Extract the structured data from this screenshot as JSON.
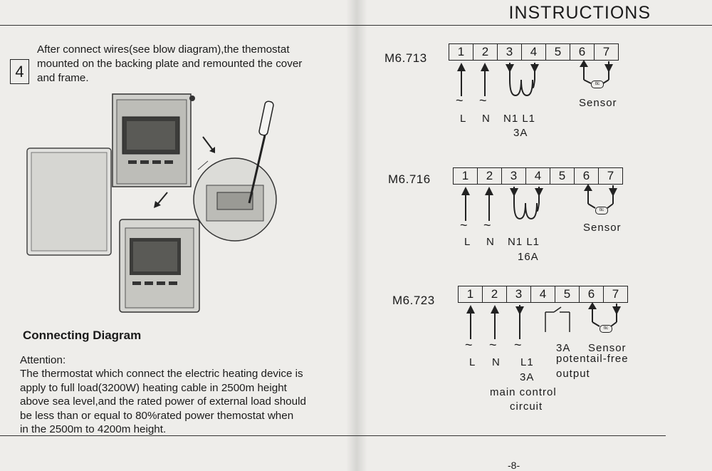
{
  "header": {
    "title": "INSTRUCTIONS"
  },
  "step": {
    "number": "4",
    "text_lines": [
      "After connect wires(see blow diagram),the themostat",
      "mounted on the backing plate and remounted the cover",
      "and frame."
    ]
  },
  "connecting": {
    "title": "Connecting Diagram",
    "attention_label": "Attention:",
    "attention_lines": [
      "The thermostat which connect  the electric heating device is",
      "apply to full load(3200W) heating cable in 2500m height",
      "above sea level,and the rated power of external load should",
      "be less than or equal to 80%rated power themostat  when",
      "in the 2500m to 4200m height."
    ]
  },
  "diagrams": [
    {
      "model": "M6.713",
      "terminals": [
        "1",
        "2",
        "3",
        "4",
        "5",
        "6",
        "7"
      ],
      "labels": {
        "l": "L",
        "n": "N",
        "n1l1": "N1  L1",
        "amp": "3A",
        "sensor": "Sensor"
      },
      "tilde": "~",
      "sensor_icon_text": "ttc"
    },
    {
      "model": "M6.716",
      "terminals": [
        "1",
        "2",
        "3",
        "4",
        "5",
        "6",
        "7"
      ],
      "labels": {
        "l": "L",
        "n": "N",
        "n1l1": "N1  L1",
        "amp": "16A",
        "sensor": "Sensor"
      },
      "tilde": "~",
      "sensor_icon_text": "ttc"
    },
    {
      "model": "M6.723",
      "terminals": [
        "1",
        "2",
        "3",
        "4",
        "5",
        "6",
        "7"
      ],
      "labels": {
        "l": "L",
        "n": "N",
        "l1": "L1",
        "amp": "3A",
        "amp2": "3A",
        "sensor": "Sensor",
        "potential_free": "potentail-free",
        "output": "output",
        "main_control": "main control",
        "circuit": "circuit"
      },
      "tilde": "~",
      "sensor_icon_text": "ttc"
    }
  ],
  "footer": {
    "page_number": "-8-"
  }
}
